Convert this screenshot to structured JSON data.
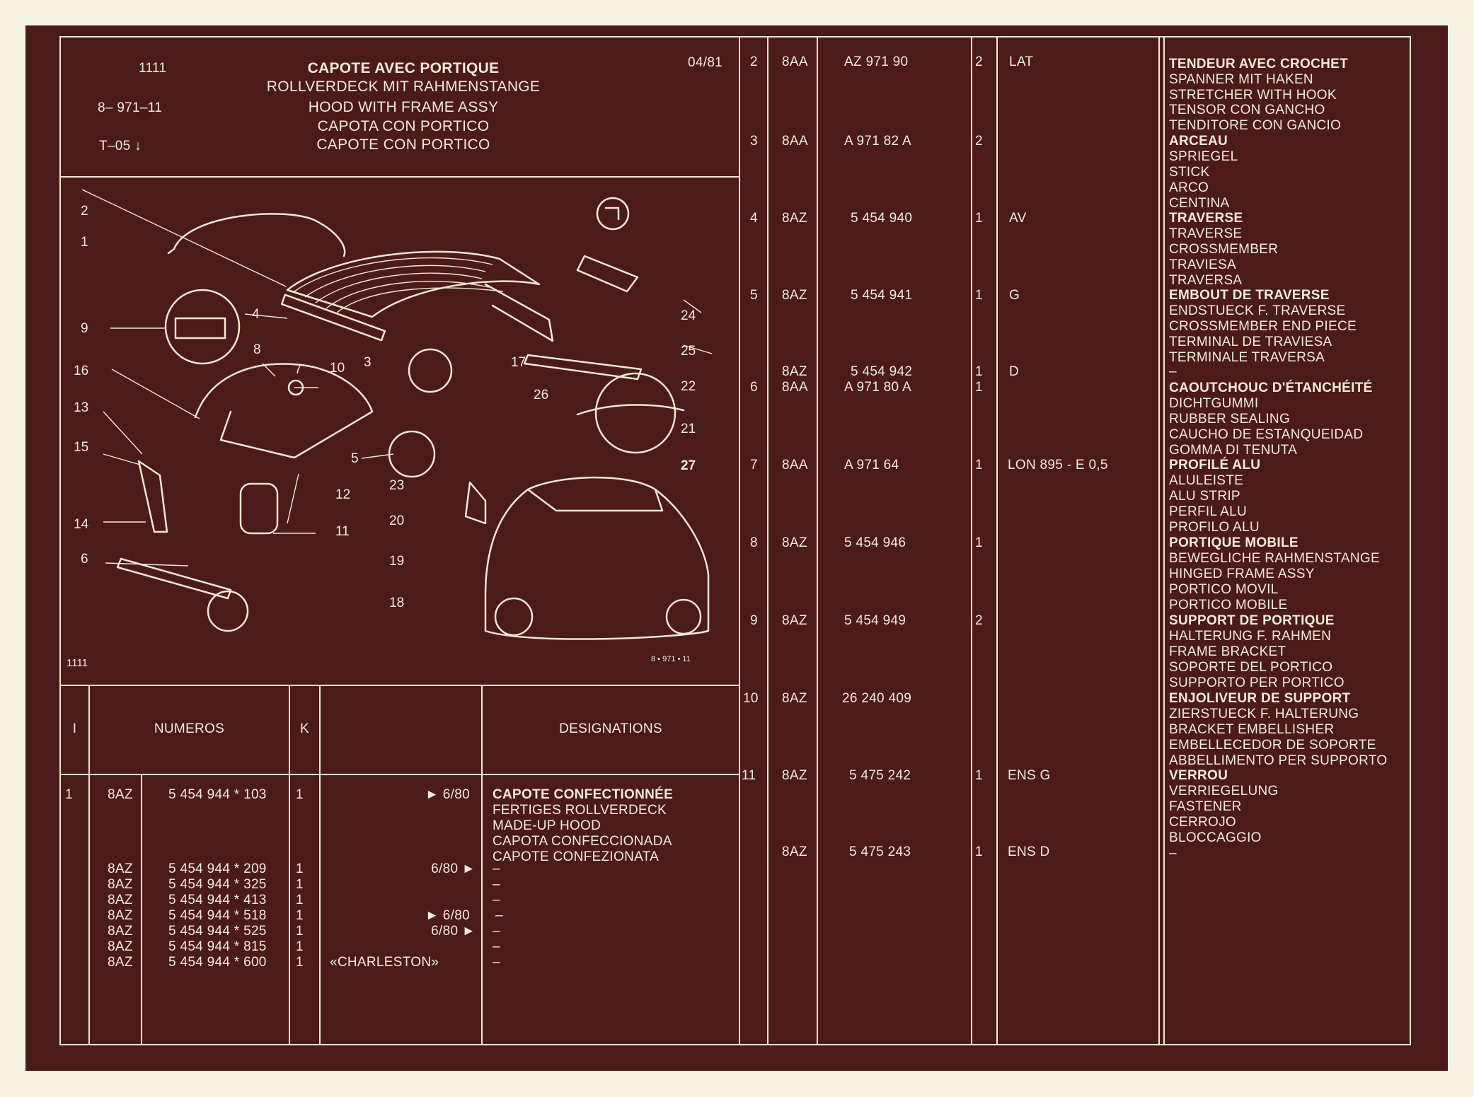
{
  "header": {
    "page_code": "1111",
    "ref_number": "8– 971–11",
    "model_code": "T–05",
    "date": "04/81",
    "titles": [
      "CAPOTE AVEC PORTIQUE",
      "ROLLVERDECK MIT RAHMENSTANGE",
      "HOOD WITH FRAME ASSY",
      "CAPOTA CON PORTICO",
      "CAPOTE CON PORTICO"
    ]
  },
  "drawing": {
    "corner_code": "1111",
    "ref_small": "8 • 971 • 11",
    "callouts": [
      "1",
      "2",
      "3",
      "4",
      "5",
      "6",
      "7",
      "8",
      "9",
      "10",
      "11",
      "12",
      "13",
      "14",
      "15",
      "16",
      "17",
      "18",
      "19",
      "20",
      "21",
      "22",
      "23",
      "24",
      "25",
      "26",
      "27"
    ]
  },
  "left_table": {
    "headers": {
      "index": "I",
      "numeros": "NUMEROS",
      "k": "K",
      "designations": "DESIGNATIONS"
    },
    "row1": {
      "index": "1",
      "group": "8AZ",
      "number": "5  454  944 * 103",
      "qty": "1",
      "date_note": "► 6/80",
      "names": [
        "CAPOTE CONFECTIONNÉE",
        "FERTIGES ROLLVERDECK",
        "MADE-UP HOOD",
        "CAPOTA CONFECCIONADA",
        "CAPOTE CONFEZIONATA"
      ]
    },
    "variants": [
      {
        "group": "8AZ",
        "number": "5  454  944 * 209",
        "qty": "1",
        "note": "6/80 ►",
        "dash": "–"
      },
      {
        "group": "8AZ",
        "number": "5  454  944 * 325",
        "qty": "1",
        "note": "",
        "dash": "–"
      },
      {
        "group": "8AZ",
        "number": "5  454  944 * 413",
        "qty": "1",
        "note": "",
        "dash": "–"
      },
      {
        "group": "8AZ",
        "number": "5  454  944 * 518",
        "qty": "1",
        "note": "► 6/80",
        "dash": "–"
      },
      {
        "group": "8AZ",
        "number": "5  454  944 * 525",
        "qty": "1",
        "note": "6/80 ►",
        "dash": "–"
      },
      {
        "group": "8AZ",
        "number": "5  454  944 * 815",
        "qty": "1",
        "note": "",
        "dash": "–"
      },
      {
        "group": "8AZ",
        "number": "5  454  944 * 600",
        "qty": "1",
        "note": "«CHARLESTON»",
        "dash": "–"
      }
    ]
  },
  "parts": [
    {
      "index": "2",
      "group": "8AA",
      "number": "AZ  971   90",
      "qty": "2",
      "note": "LAT",
      "names": [
        "TENDEUR AVEC CROCHET",
        "SPANNER MIT HAKEN",
        "STRETCHER WITH HOOK",
        "TENSOR CON GANCHO",
        "TENDITORE CON GANCIO"
      ]
    },
    {
      "index": "3",
      "group": "8AA",
      "number": "A  971   82  A",
      "qty": "2",
      "note": "",
      "names": [
        "ARCEAU",
        "SPRIEGEL",
        "STICK",
        "ARCO",
        "CENTINA"
      ]
    },
    {
      "index": "4",
      "group": "8AZ",
      "number": "5  454  940",
      "qty": "1",
      "note": "AV",
      "names": [
        "TRAVERSE",
        "TRAVERSE",
        "CROSSMEMBER",
        "TRAVIESA",
        "TRAVERSA"
      ]
    },
    {
      "index": "5",
      "group": "8AZ",
      "number": "5  454  941",
      "qty": "1",
      "note": "G",
      "names": [
        "EMBOUT DE TRAVERSE",
        "ENDSTUECK F. TRAVERSE",
        "CROSSMEMBER END PIECE",
        "TERMINAL DE TRAVIESA",
        "TERMINALE TRAVERSA"
      ]
    },
    {
      "index": "",
      "group": "8AZ",
      "number": "5  454  942",
      "qty": "1",
      "note": "D",
      "names": [
        "–"
      ]
    },
    {
      "index": "6",
      "group": "8AA",
      "number": "A  971   80  A",
      "qty": "1",
      "note": "",
      "names": [
        "CAOUTCHOUC D'ÉTANCHÉITÉ",
        "DICHTGUMMI",
        "RUBBER SEALING",
        "CAUCHO DE ESTANQUEIDAD",
        "GOMMA DI TENUTA"
      ]
    },
    {
      "index": "7",
      "group": "8AA",
      "number": "A  971   64",
      "qty": "1",
      "note": "LON 895 - E 0,5",
      "names": [
        "PROFILÉ ALU",
        "ALULEISTE",
        "ALU STRIP",
        "PERFIL ALU",
        "PROFILO ALU"
      ]
    },
    {
      "index": "8",
      "group": "8AZ",
      "number": "5  454  946",
      "qty": "1",
      "note": "",
      "names": [
        "PORTIQUE MOBILE",
        "BEWEGLICHE RAHMENSTANGE",
        "HINGED FRAME ASSY",
        "PORTICO MOVIL",
        "PORTICO MOBILE"
      ]
    },
    {
      "index": "9",
      "group": "8AZ",
      "number": "5  454  949",
      "qty": "2",
      "note": "",
      "names": [
        "SUPPORT DE PORTIQUE",
        "HALTERUNG F. RAHMEN",
        "FRAME BRACKET",
        "SOPORTE DEL PORTICO",
        "SUPPORTO PER PORTICO"
      ]
    },
    {
      "index": "10",
      "group": "8AZ",
      "number": "26  240  409",
      "qty": "",
      "note": "",
      "names": [
        "ENJOLIVEUR DE SUPPORT",
        "ZIERSTUECK F. HALTERUNG",
        "BRACKET EMBELLISHER",
        "EMBELLECEDOR DE SOPORTE",
        "ABBELLIMENTO PER SUPPORTO"
      ]
    },
    {
      "index": "11",
      "group": "8AZ",
      "number": "5  475  242",
      "qty": "1",
      "note": "ENS G",
      "names": [
        "VERROU",
        "VERRIEGELUNG",
        "FASTENER",
        "CERROJO",
        "BLOCCAGGIO"
      ]
    },
    {
      "index": "",
      "group": "8AZ",
      "number": "5  475  243",
      "qty": "1",
      "note": "ENS D",
      "names": [
        "–"
      ]
    }
  ],
  "colors": {
    "paper": "#f6f3e2",
    "film": "#4b1b19",
    "ink": "#f4ecd2"
  }
}
